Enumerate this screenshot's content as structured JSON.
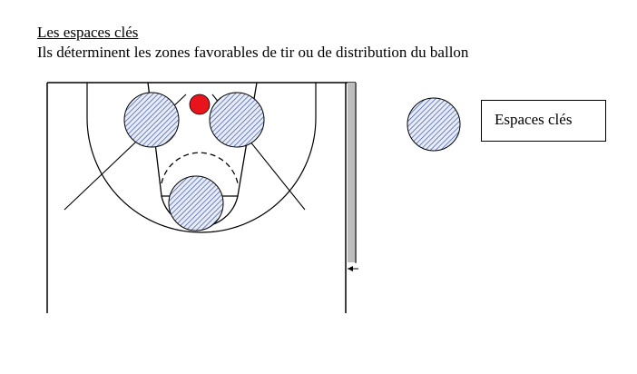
{
  "heading": {
    "title": "Les espaces clés",
    "subtitle": "Ils  déterminent les zones favorables de tir ou de distribution  du ballon"
  },
  "legend": {
    "label": "Espaces clés"
  },
  "colors": {
    "hatch": "#3a57a8",
    "hatch_fill": "#e8ecf7",
    "ball": "#e8141c",
    "line": "#000000",
    "sideline_gray": "#bdbdbd"
  }
}
